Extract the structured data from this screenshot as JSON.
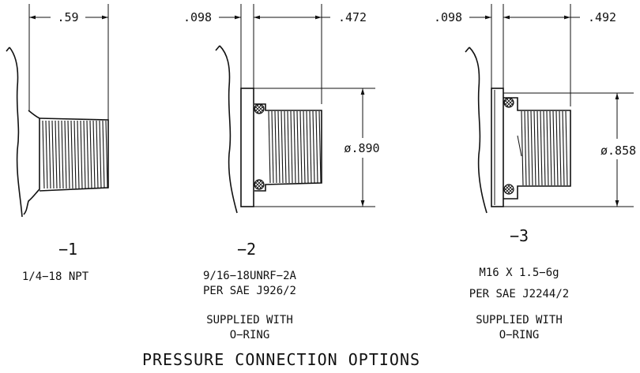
{
  "options": [
    {
      "dash": "−1",
      "spec_lines": [
        "1/4−18 NPT"
      ],
      "note_lines": [],
      "length_dim": ".59"
    },
    {
      "dash": "−2",
      "spec_lines": [
        "9/16−18UNRF−2A",
        "PER SAE J926/2"
      ],
      "note_lines": [
        "SUPPLIED WITH",
        "O−RING"
      ],
      "flange_dim": ".098",
      "length_dim": ".472",
      "diameter_dim": "ø.890"
    },
    {
      "dash": "−3",
      "spec_lines": [
        "M16 X 1.5−6g",
        "PER SAE J2244/2"
      ],
      "note_lines": [
        "SUPPLIED WITH",
        "O−RING"
      ],
      "flange_dim": ".098",
      "length_dim": ".492",
      "diameter_dim": "ø.858"
    }
  ],
  "title": "PRESSURE CONNECTION OPTIONS"
}
